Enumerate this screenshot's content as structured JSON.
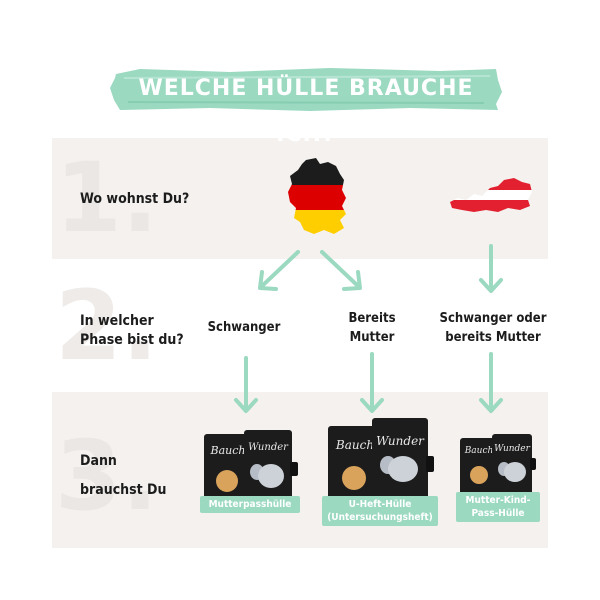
{
  "title": "WELCHE HÜLLE BRAUCHE ICH?",
  "steps": {
    "step1": {
      "number": "1.",
      "question": "Wo wohnst Du?"
    },
    "step2": {
      "number": "2.",
      "question_line1": "In welcher",
      "question_line2": "Phase bist du?"
    },
    "step3": {
      "number": "3.",
      "question_line1": "Dann",
      "question_line2": "brauchst Du"
    }
  },
  "countries": [
    {
      "name": "germany-flag-map",
      "colors": [
        "#1c1c1c",
        "#dd0000",
        "#ffce00"
      ]
    },
    {
      "name": "austria-flag-map",
      "colors": [
        "#e3202f",
        "#ffffff",
        "#e3202f"
      ]
    }
  ],
  "phases": [
    {
      "line1": "Schwanger",
      "line2": ""
    },
    {
      "line1": "Bereits",
      "line2": "Mutter"
    },
    {
      "line1": "Schwanger oder",
      "line2": "bereits Mutter"
    }
  ],
  "products": [
    {
      "label_line1": "Mutterpasshülle",
      "label_line2": "",
      "cover_a": "Bauch",
      "cover_b": "Wunder"
    },
    {
      "label_line1": "U-Heft-Hülle",
      "label_line2": "(Untersuchungsheft)",
      "cover_a": "Bauch",
      "cover_b": "Wunder"
    },
    {
      "label_line1": "Mutter-Kind-",
      "label_line2": "Pass-Hülle",
      "cover_a": "Bauch",
      "cover_b": "Wunder"
    }
  ],
  "colors": {
    "accent": "#9bd9c1",
    "band": "#f4f1ef"
  }
}
